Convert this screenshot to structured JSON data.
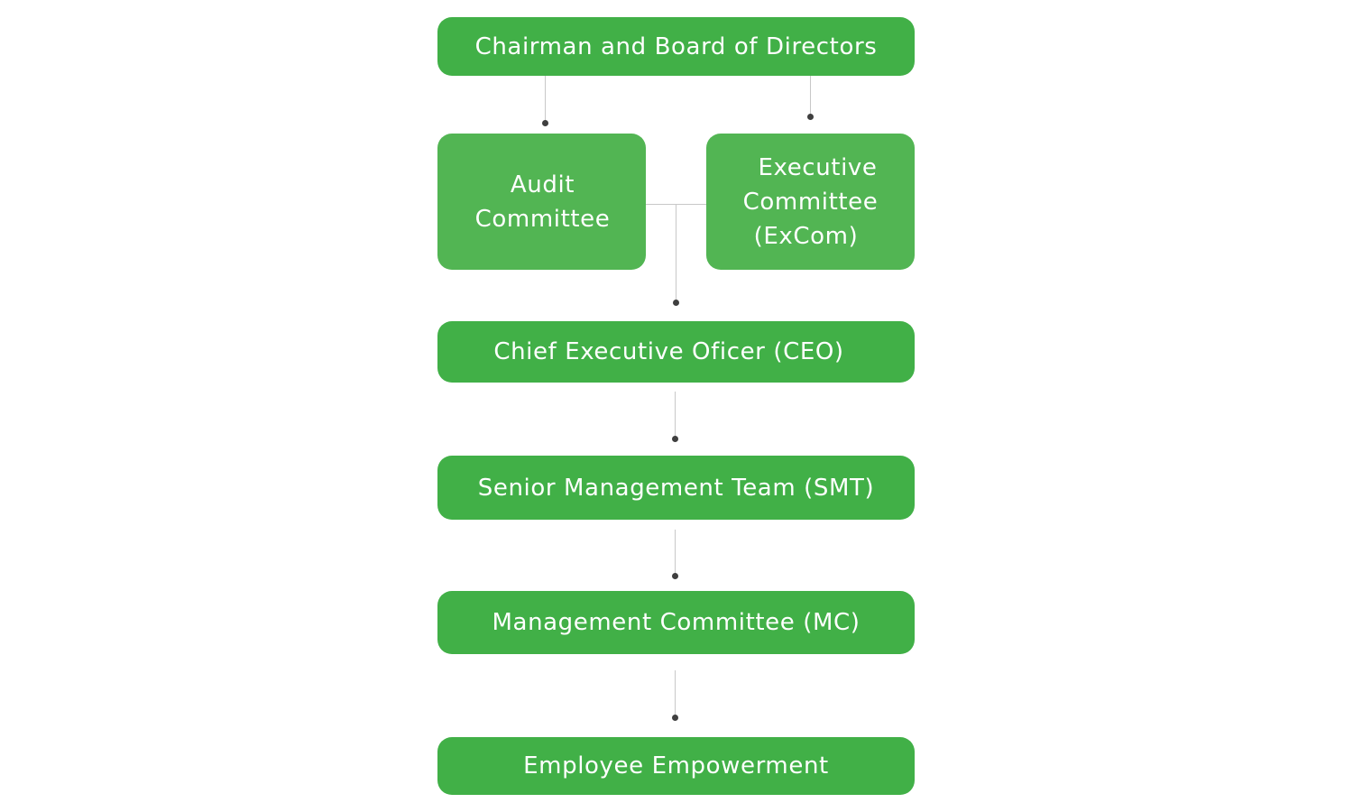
{
  "diagram": {
    "nodes": {
      "board": "Chairman and Board of Directors",
      "audit_line1": "Audit",
      "audit_line2": "Committee",
      "excom_line1": "Executive",
      "excom_line2": "Committee",
      "excom_line3": "(ExCom)",
      "ceo": "Chief Executive Oficer (CEO)",
      "smt": "Senior Management Team (SMT)",
      "mc": "Management Committee (MC)",
      "employee": "Employee Empowerment"
    },
    "colors": {
      "node_fill": "#41b047",
      "node_fill_light": "#52b553",
      "node_text": "#ffffff",
      "connector": "#c8c8c8",
      "connector_dot": "#3f3f3f"
    }
  }
}
